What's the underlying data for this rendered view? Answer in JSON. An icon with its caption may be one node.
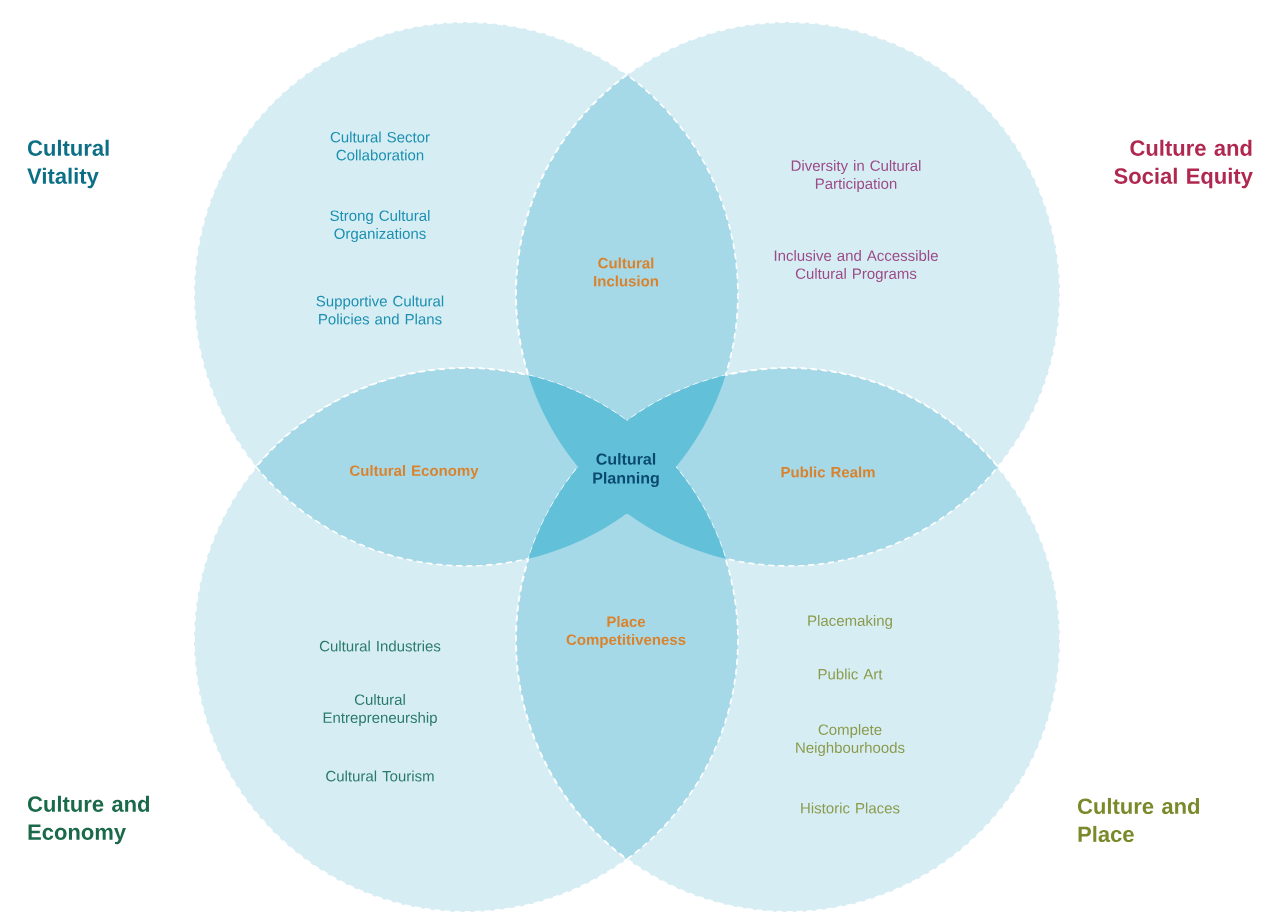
{
  "diagram": {
    "nodes": [
      {
        "text": [
          "Cultural Sector Collaboration",
          "Strong Cultural Organizations",
          "Supportive Cultural Policies and Plans"
        ],
        "beside": [
          "Cultural Vitality"
        ]
      },
      {
        "text": [
          "Diversity in Cultural Participation",
          "Inclusive and Accessible Cultural Programs"
        ],
        "beside": [
          "Culture and Social Equity"
        ]
      },
      {
        "text": [
          "Cultural Industries",
          "Cultural Entrepreneurship",
          "Cultural Tourism"
        ],
        "beside": [
          "Culture and Economy"
        ]
      },
      {
        "text": [
          "Placemaking",
          "Public Art",
          "Complete Neighbourhoods",
          "Historic Places"
        ],
        "beside": [
          "Culture and Place"
        ]
      },
      {
        "text": [
          "Cultural Inclusion"
        ]
      },
      {
        "text": [
          "Cultural Economy"
        ]
      },
      {
        "text": [
          "Cultural Planning"
        ]
      },
      {
        "text": [
          "Public Realm"
        ]
      },
      {
        "text": [
          "Place Competitiveness"
        ]
      }
    ],
    "edges": []
  }
}
